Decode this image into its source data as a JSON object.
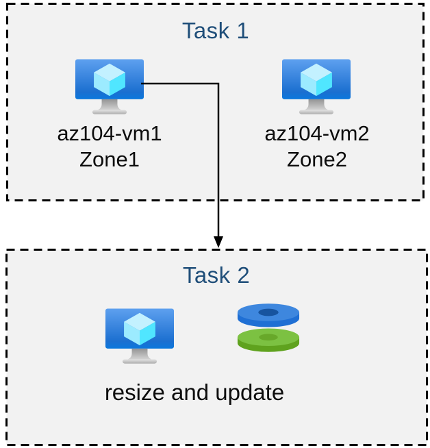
{
  "task1": {
    "title": "Task 1",
    "vm1": {
      "name": "az104-vm1",
      "zone": "Zone1"
    },
    "vm2": {
      "name": "az104-vm2",
      "zone": "Zone2"
    }
  },
  "task2": {
    "title": "Task 2",
    "caption": "resize and update"
  },
  "icons": {
    "vm": "virtual-machine-icon",
    "disks": "managed-disks-icon",
    "arrow": "flow-arrow-down"
  },
  "colors": {
    "title_text": "#1f4e79",
    "label_text": "#0d0d0d",
    "box_background": "#f2f2f2",
    "box_border": "#000000",
    "vm_screen_top": "#5ea0ef",
    "vm_screen_bottom": "#0b78dd",
    "cube_top": "#c3f1ff",
    "cube_left": "#9cebff",
    "cube_right": "#50e6ff",
    "disk_blue_top": "#3e87de",
    "disk_blue_side": "#1f6fd4",
    "disk_blue_hole": "#17549f",
    "disk_green_top": "#7cc142",
    "disk_green_side": "#5fa21e",
    "disk_green_hole": "#68a82a"
  }
}
